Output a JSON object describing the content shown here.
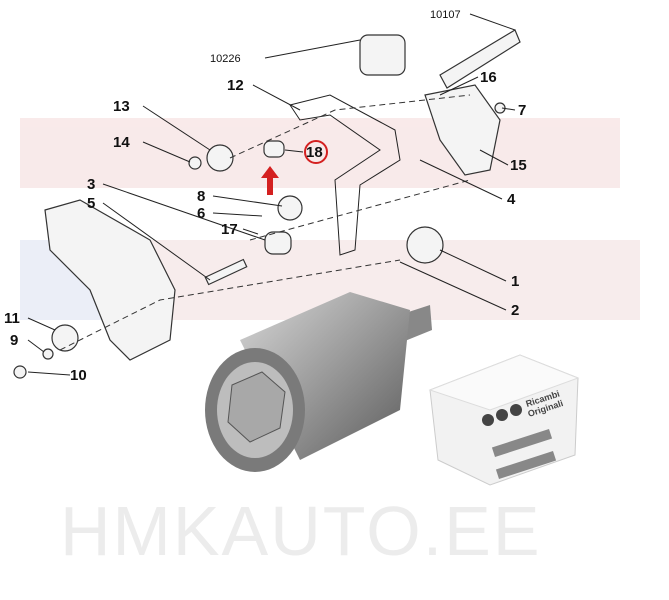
{
  "diagram": {
    "part_numbers": {
      "p10107": "10107",
      "p10226": "10226",
      "p12": "12",
      "p16": "16",
      "p13": "13",
      "p7": "7",
      "p14": "14",
      "p18": "18",
      "p15": "15",
      "p3": "3",
      "p8": "8",
      "p4": "4",
      "p5": "5",
      "p6": "6",
      "p17": "17",
      "p1": "1",
      "p2": "2",
      "p11": "11",
      "p9": "9",
      "p10": "10"
    },
    "highlighted_part": "18",
    "highlight_color": "#d42020"
  },
  "watermark": {
    "text": "HMKAUTO.EE"
  },
  "package": {
    "brand_line1": "Ricambi",
    "brand_line2": "Originali"
  }
}
